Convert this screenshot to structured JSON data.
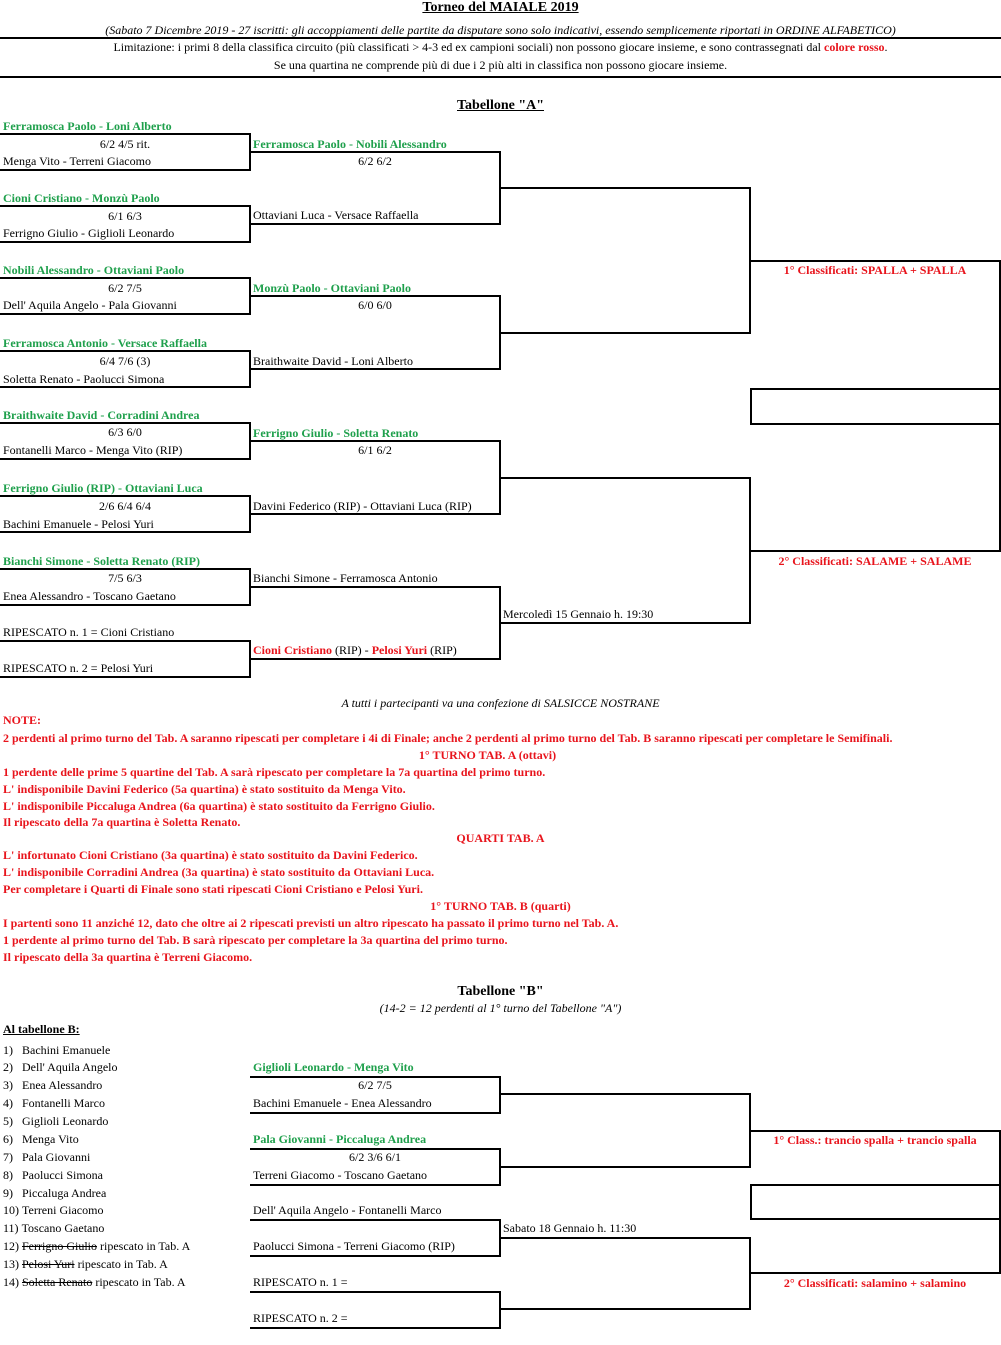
{
  "header": {
    "title": "Torneo del MAIALE  2019",
    "subtitle": "(Sabato 7 Dicembre 2019 - 27 iscritti: gli accoppiamenti delle partite da disputare sono solo indicativi, essendo semplicemente riportati in ORDINE ALFABETICO)",
    "limit_a": "Limitazione: i primi 8 della classifica circuito (più classificati > 4-3 ed ex campioni sociali) non possono giocare insieme, e sono contrassegnati dal ",
    "limit_red": "colore rosso",
    "limit_end": ".",
    "limit_b": "Se una quartina ne comprende più di due i 2 più alti in classifica non possono giocare insieme."
  },
  "tab_a": {
    "title": "Tabellone \"A\"",
    "r1": [
      {
        "top": "Ferramosca Paolo - Loni Alberto",
        "score": "6/2  4/5  rit.",
        "bottom": "Menga Vito - Terreni Giacomo"
      },
      {
        "top": "Cioni Cristiano - Monzù Paolo",
        "score": "6/1  6/3",
        "bottom": "Ferrigno Giulio - Giglioli Leonardo"
      },
      {
        "top": "Nobili Alessandro - Ottaviani Paolo",
        "score": "6/2  7/5",
        "bottom": "Dell' Aquila Angelo - Pala Giovanni"
      },
      {
        "top": "Ferramosca Antonio - Versace Raffaella",
        "score": "6/4  7/6 (3)",
        "bottom": "Soletta Renato - Paolucci Simona"
      },
      {
        "top": "Braithwaite David - Corradini Andrea",
        "score": "6/3  6/0",
        "bottom": "Fontanelli Marco - Menga Vito (RIP)"
      },
      {
        "top": "Ferrigno Giulio (RIP) - Ottaviani Luca",
        "score": "2/6  6/4  6/4",
        "bottom": "Bachini Emanuele - Pelosi Yuri"
      },
      {
        "top": "Bianchi Simone - Soletta Renato (RIP)",
        "score": "7/5  6/3",
        "bottom": "Enea Alessandro - Toscano Gaetano"
      },
      {
        "top": "RIPESCATO n. 1 = Cioni Cristiano",
        "bottom": "RIPESCATO n. 2 = Pelosi Yuri"
      }
    ],
    "r2": [
      {
        "top": "Ferramosca Paolo - Nobili Alessandro",
        "score": "6/2  6/2",
        "bottom": "Ottaviani Luca - Versace Raffaella"
      },
      {
        "top": "Monzù Paolo - Ottaviani Paolo",
        "score": "6/0  6/0",
        "bottom": "Braithwaite David - Loni Alberto"
      },
      {
        "top": "Ferrigno Giulio - Soletta Renato",
        "score": "6/1  6/2",
        "bottom": "Davini Federico (RIP) - Ottaviani Luca (RIP)"
      },
      {
        "top": "Bianchi Simone - Ferramosca Antonio",
        "bottom_parts": [
          "Cioni Cristiano",
          " (RIP) - ",
          "Pelosi Yuri",
          " (RIP)"
        ]
      }
    ],
    "r3_date": "Mercoledì 15 Gennaio h. 19:30",
    "prize1": "1° Classificati: SPALLA + SPALLA",
    "prize2": "2° Classificati: SALAME + SALAME"
  },
  "notes": {
    "gift": "A tutti i partecipanti va una confezione di SALSICCE NOSTRANE",
    "label": "NOTE:",
    "lines": [
      "2 perdenti al primo turno del Tab. A saranno ripescati per completare i 4i di Finale; anche 2 perdenti al primo turno del Tab. B saranno ripescati per completare le Semifinali.",
      "1° TURNO TAB. A (ottavi)",
      "1 perdente delle prime 5 quartine del Tab. A sarà ripescato per completare la 7a quartina del primo turno.",
      "L' indisponibile Davini Federico (5a quartina) è stato sostituito da Menga Vito.",
      "L' indisponibile Piccaluga Andrea (6a quartina) è stato sostituito da Ferrigno Giulio.",
      "Il ripescato della 7a quartina è Soletta Renato.",
      "QUARTI TAB. A",
      "L' infortunato Cioni Cristiano (3a quartina) è stato sostituito da Davini Federico.",
      "L' indisponibile Corradini Andrea (3a quartina) è stato sostituito da Ottaviani Luca.",
      "Per completare i Quarti di Finale sono stati ripescati Cioni Cristiano e Pelosi Yuri.",
      "1° TURNO TAB. B (quarti)",
      "I partenti sono 11 anziché 12, dato che oltre ai 2 ripescati previsti un altro ripescato ha passato il primo turno nel Tab. A.",
      "1 perdente al primo turno del Tab. B sarà ripescato per completare la 3a quartina del primo turno.",
      "Il ripescato della 3a quartina è Terreni Giacomo."
    ]
  },
  "tab_b": {
    "title": "Tabellone \"B\"",
    "subtitle": "(14-2 = 12 perdenti al 1° turno del Tabellone \"A\")",
    "list_title": "Al tabellone B:",
    "list": [
      {
        "n": "1)",
        "name": "Bachini Emanuele"
      },
      {
        "n": "2)",
        "name": "Dell' Aquila Angelo"
      },
      {
        "n": "3)",
        "name": "Enea Alessandro"
      },
      {
        "n": "4)",
        "name": "Fontanelli Marco"
      },
      {
        "n": "5)",
        "name": "Giglioli Leonardo"
      },
      {
        "n": "6)",
        "name": "Menga Vito"
      },
      {
        "n": "7)",
        "name": "Pala Giovanni"
      },
      {
        "n": "8)",
        "name": "Paolucci Simona"
      },
      {
        "n": "9)",
        "name": "Piccaluga Andrea"
      },
      {
        "n": "10)",
        "name": "Terreni Giacomo"
      },
      {
        "n": "11)",
        "name": "Toscano Gaetano"
      },
      {
        "n": "12)",
        "struck": "Ferrigno Giulio",
        "note": " ripescato in Tab. A"
      },
      {
        "n": "13)",
        "struck": "Pelosi Yuri",
        "note": " ripescato in Tab. A"
      },
      {
        "n": "14)",
        "struck": "Soletta Renato",
        "note": " ripescato in Tab. A"
      }
    ],
    "r1": [
      {
        "top": "Giglioli Leonardo - Menga Vito",
        "score": "6/2  7/5",
        "bottom": "Bachini Emanuele - Enea Alessandro"
      },
      {
        "top": "Pala Giovanni - Piccaluga Andrea",
        "score": "6/2  3/6  6/1",
        "bottom": "Terreni Giacomo - Toscano Gaetano"
      },
      {
        "top": "Dell' Aquila Angelo - Fontanelli Marco",
        "bottom": "Paolucci Simona - Terreni Giacomo (RIP)"
      },
      {
        "top": "RIPESCATO n. 1 =",
        "bottom": "RIPESCATO n. 2 ="
      }
    ],
    "r2_date": "Sabato 18 Gennaio h. 11:30",
    "prize1": "1° Class.: trancio spalla + trancio spalla",
    "prize2": "2° Classificati: salamino + salamino"
  }
}
